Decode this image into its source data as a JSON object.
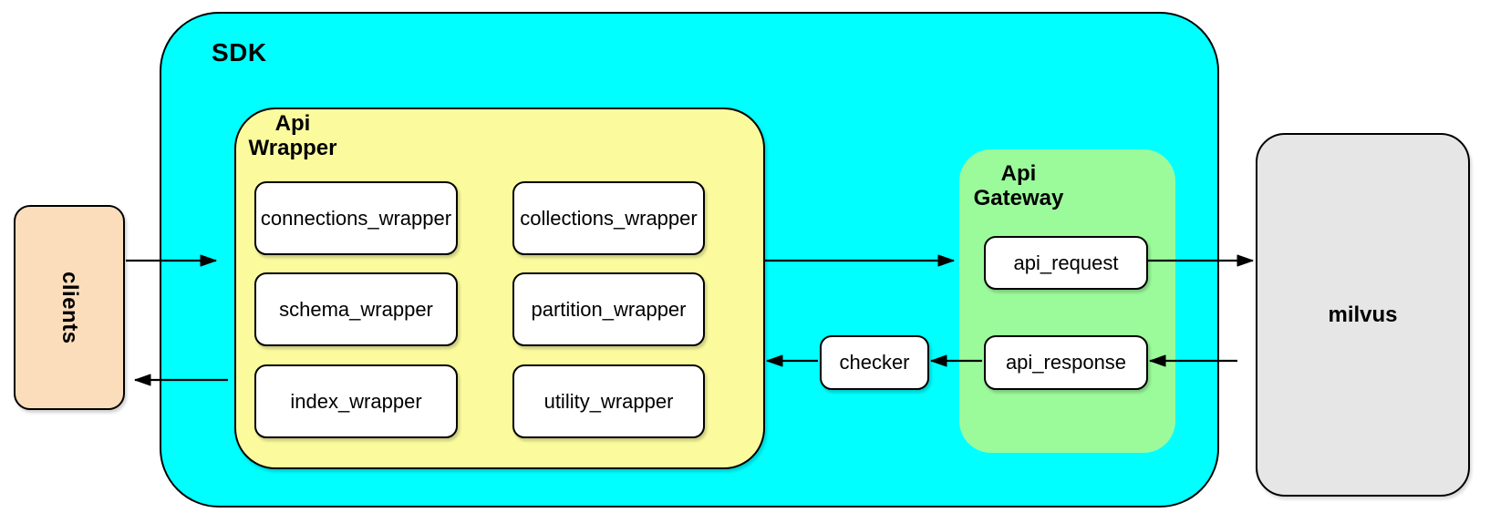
{
  "colors": {
    "canvas_bg": "#FFFFFF",
    "sdk_fill": "#00FFFF",
    "api_wrapper_fill": "#FBFB9E",
    "api_gateway_fill": "#9BFB9B",
    "clients_fill": "#FBDDBB",
    "milvus_fill": "#E6E6E6",
    "node_fill": "#FFFFFF",
    "border": "#000000"
  },
  "nodes": {
    "clients": {
      "label": "clients"
    },
    "sdk": {
      "label": "SDK"
    },
    "api_wrapper": {
      "title_line1": "Api",
      "title_line2": "Wrapper",
      "boxes": [
        {
          "label": "connections_wrapper"
        },
        {
          "label": "collections_wrapper"
        },
        {
          "label": "schema_wrapper"
        },
        {
          "label": "partition_wrapper"
        },
        {
          "label": "index_wrapper"
        },
        {
          "label": "utility_wrapper"
        }
      ]
    },
    "checker": {
      "label": "checker"
    },
    "api_gateway": {
      "title_line1": "Api",
      "title_line2": "Gateway",
      "request": {
        "label": "api_request"
      },
      "response": {
        "label": "api_response"
      }
    },
    "milvus": {
      "label": "milvus"
    }
  },
  "edges": [
    {
      "from": "clients",
      "to": "api_wrapper"
    },
    {
      "from": "api_wrapper",
      "to": "api_gateway"
    },
    {
      "from": "api_request",
      "to": "milvus"
    },
    {
      "from": "milvus",
      "to": "api_response"
    },
    {
      "from": "api_response",
      "to": "checker"
    },
    {
      "from": "checker",
      "to": "api_wrapper"
    },
    {
      "from": "api_wrapper",
      "to": "clients"
    }
  ]
}
